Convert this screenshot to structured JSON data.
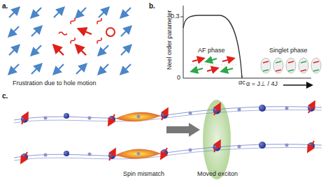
{
  "diagram": {
    "labels": [
      "a.",
      "Frustration due to hole motion",
      "b.",
      "Neel order parameter",
      "0.3",
      "0",
      "αc",
      "AF phase",
      "Singlet phase",
      "α = J⊥ / 4J",
      "c.",
      "Spin mismatch",
      "Moved exciton"
    ]
  }
}
